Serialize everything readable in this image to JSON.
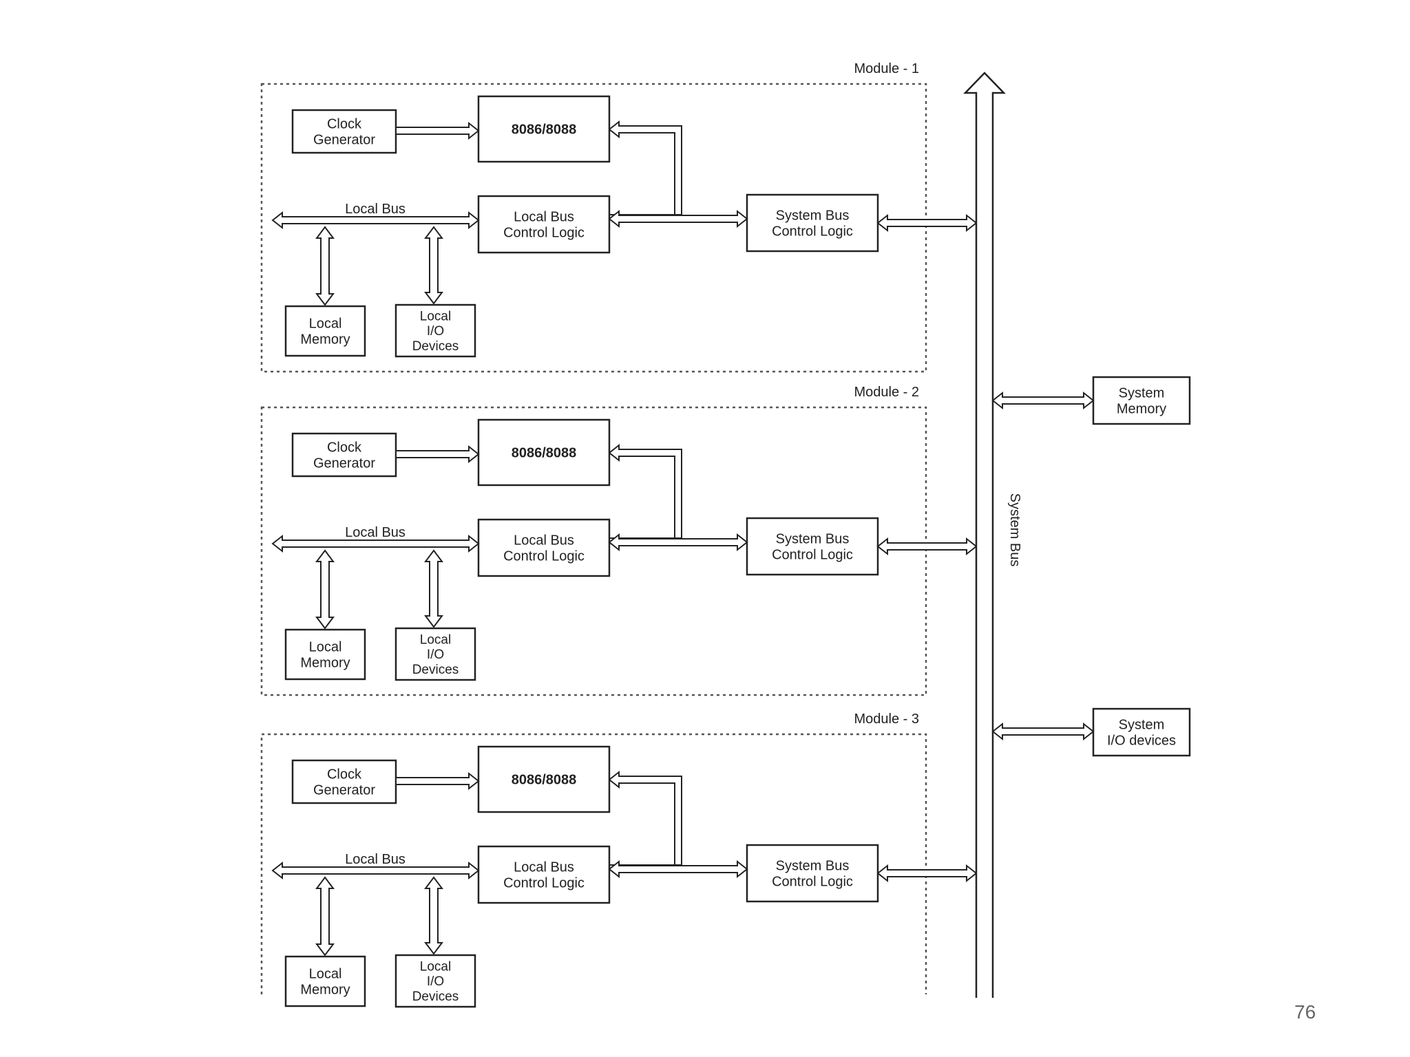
{
  "modules": [
    {
      "title": "Module - 1",
      "clock_generator": [
        "Clock",
        "Generator"
      ],
      "cpu": "8086/8088",
      "local_bus_control": [
        "Local Bus",
        "Control Logic"
      ],
      "system_bus_control": [
        "System Bus",
        "Control Logic"
      ],
      "local_bus_label": "Local Bus",
      "local_memory": [
        "Local",
        "Memory"
      ],
      "local_io": [
        "Local",
        "I/O",
        "Devices"
      ]
    },
    {
      "title": "Module - 2",
      "clock_generator": [
        "Clock",
        "Generator"
      ],
      "cpu": "8086/8088",
      "local_bus_control": [
        "Local Bus",
        "Control Logic"
      ],
      "system_bus_control": [
        "System Bus",
        "Control Logic"
      ],
      "local_bus_label": "Local Bus",
      "local_memory": [
        "Local",
        "Memory"
      ],
      "local_io": [
        "Local",
        "I/O",
        "Devices"
      ]
    },
    {
      "title": "Module - 3",
      "clock_generator": [
        "Clock",
        "Generator"
      ],
      "cpu": "8086/8088",
      "local_bus_control": [
        "Local Bus",
        "Control Logic"
      ],
      "system_bus_control": [
        "System Bus",
        "Control Logic"
      ],
      "local_bus_label": "Local Bus",
      "local_memory": [
        "Local",
        "Memory"
      ],
      "local_io": [
        "Local",
        "I/O",
        "Devices"
      ]
    }
  ],
  "system_bus_label": "System Bus",
  "system_memory": [
    "System",
    "Memory"
  ],
  "system_io": [
    "System",
    "I/O devices"
  ],
  "page_number": "76"
}
